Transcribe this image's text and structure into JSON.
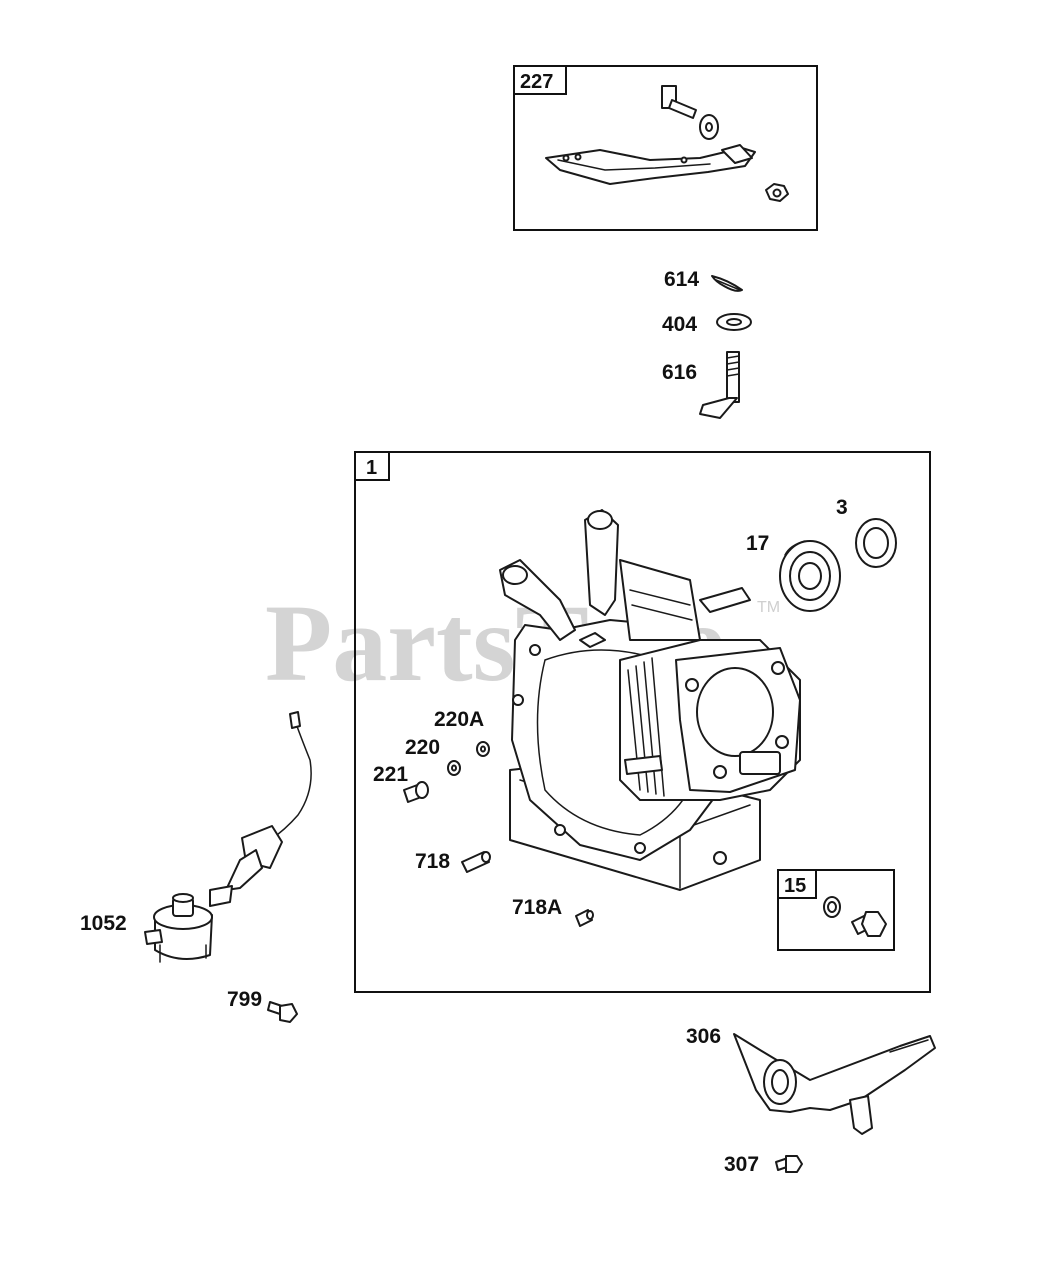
{
  "watermark": {
    "text": "PartsTree",
    "trademark": "TM"
  },
  "boxes": {
    "governor_lever": "227",
    "crankcase": "1",
    "oil_drain": "15"
  },
  "callouts": {
    "p614": "614",
    "p404": "404",
    "p616": "616",
    "p3": "3",
    "p17": "17",
    "p220A": "220A",
    "p220": "220",
    "p221": "221",
    "p718": "718",
    "p718A": "718A",
    "p1052": "1052",
    "p799": "799",
    "p306": "306",
    "p307": "307"
  }
}
